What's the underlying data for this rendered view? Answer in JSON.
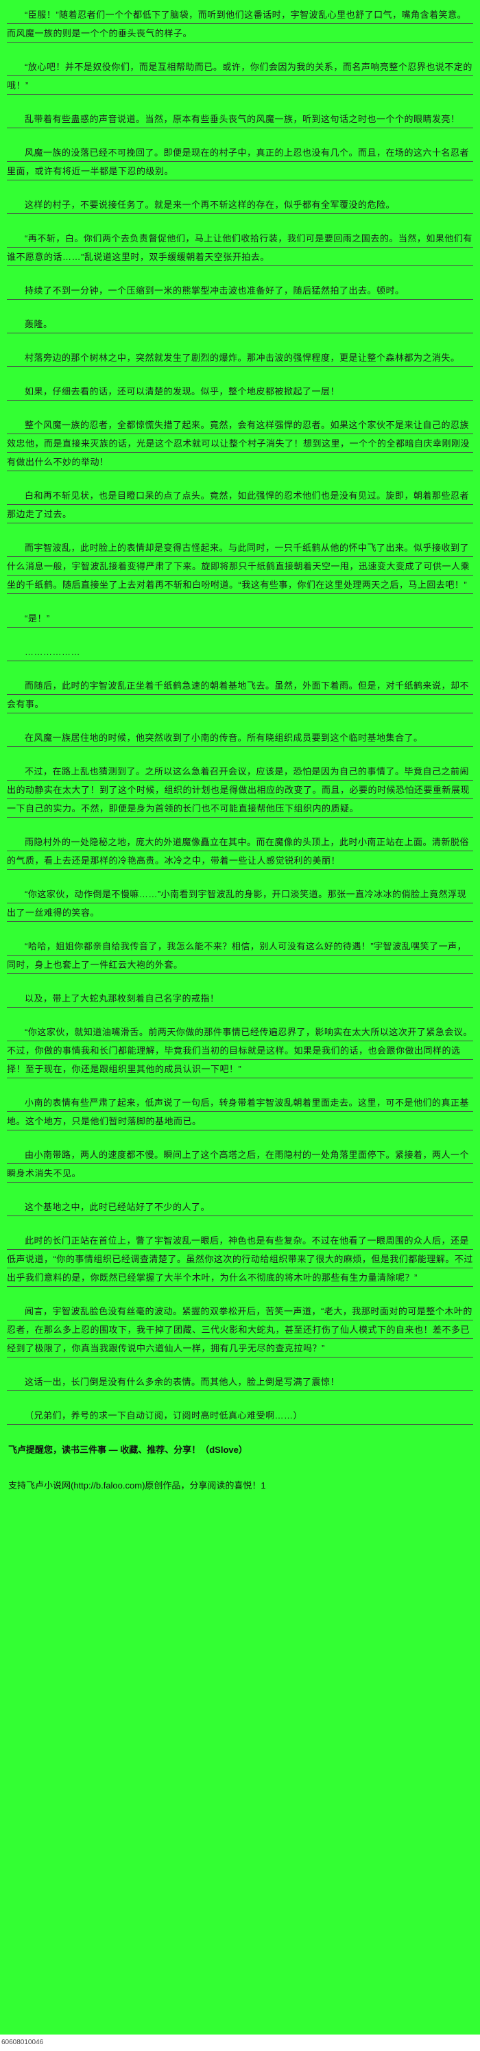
{
  "page": {
    "bg_color": "#33ff33",
    "rule_color": "#4a4a4a",
    "text_color": "#1c1c1c"
  },
  "content": {
    "paragraphs": [
      "“臣服！”随着忍者们一个个都低下了脑袋，而听到他们这番话时，宇智波乱心里也舒了口气，嘴角含着笑意。而风魔一族的则是一个个的垂头丧气的样子。",
      "“放心吧！并不是奴役你们，而是互相帮助而已。或许，你们会因为我的关系，而名声响亮整个忍界也说不定的哦！”",
      "乱带着有些蛊惑的声音说道。当然，原本有些垂头丧气的风魔一族，听到这句话之时也一个个的眼睛发亮！",
      "风魔一族的没落已经不可挽回了。即便是现在的村子中，真正的上忍也没有几个。而且，在场的这六十名忍者里面，或许有将近一半都是下忍的级别。",
      "这样的村子，不要说接任务了。就是来一个再不斩这样的存在，似乎都有全军覆没的危险。",
      "“再不斩，白。你们两个去负责督促他们，马上让他们收拾行装，我们可是要回雨之国去的。当然，如果他们有谁不愿意的话……”乱说道这里时，双手缓缓朝着天空张开拍去。",
      "持续了不到一分钟，一个压缩到一米的熊掌型冲击波也准备好了，随后猛然拍了出去。顿时。",
      "轰隆。",
      "村落旁边的那个树林之中，突然就发生了剧烈的爆炸。那冲击波的强悍程度，更是让整个森林都为之消失。",
      "如果，仔细去看的话，还可以清楚的发现。似乎，整个地皮都被掀起了一层！",
      "整个风魔一族的忍者，全都惊慌失措了起来。竟然，会有这样强悍的忍者。如果这个家伙不是来让自己的忍族效忠他，而是直接来灭族的话，光是这个忍术就可以让整个村子消失了！想到这里，一个个的全都暗自庆幸刚刚没有做出什么不妙的举动！",
      "白和再不斩见状，也是目瞪口呆的点了点头。竟然，如此强悍的忍术他们也是没有见过。旋即，朝着那些忍者那边走了过去。",
      "而宇智波乱，此时脸上的表情却是变得古怪起来。与此同时，一只千纸鹤从他的怀中飞了出来。似乎接收到了什么消息一般，宇智波乱接着变得严肃了下来。旋即将那只千纸鹤直接朝着天空一甩，迅速变大变成了可供一人乘坐的千纸鹤。随后直接坐了上去对着再不斩和白吩咐道。“我这有些事，你们在这里处理两天之后，马上回去吧！”",
      "“是！”",
      "………………",
      "而随后，此时的宇智波乱正坐着千纸鹤急速的朝着基地飞去。虽然，外面下着雨。但是，对千纸鹤来说，却不会有事。",
      "在风魔一族居住地的时候，他突然收到了小南的传音。所有晓组织成员要到这个临时基地集合了。",
      "不过，在路上乱也猜测到了。之所以这么急着召开会议，应该是，恐怕是因为自己的事情了。毕竟自己之前闹出的动静实在太大了！到了这个时候，组织的计划也是得做出相应的改变了。而且，必要的时候恐怕还要重新展现一下自己的实力。不然，即便是身为首领的长门也不可能直接帮他压下组织内的质疑。",
      "雨隐村外的一处隐秘之地，庞大的外道魔像矗立在其中。而在魔像的头顶上，此时小南正站在上面。清新脱俗的气质，看上去还是那样的冷艳高贵。冰冷之中，带着一些让人感觉锐利的美丽！",
      "“你这家伙，动作倒是不慢嘛……”小南看到宇智波乱的身影，开口淡笑道。那张一直冷冰冰的俏脸上竟然浮现出了一丝难得的笑容。",
      "“哈哈，姐姐你都亲自给我传音了，我怎么能不来？相信，别人可没有这么好的待遇！”宇智波乱嘿笑了一声，同时，身上也套上了一件红云大袍的外套。",
      "以及，带上了大蛇丸那枚刻着自己名字的戒指！",
      "“你这家伙，就知道油嘴滑舌。前两天你做的那件事情已经传遍忍界了，影响实在太大所以这次开了紧急会议。不过，你做的事情我和长门都能理解，毕竟我们当初的目标就是这样。如果是我们的话，也会跟你做出同样的选择！至于现在，你还是跟组织里其他的成员认识一下吧！”",
      "小南的表情有些严肃了起来，低声说了一句后，转身带着宇智波乱朝着里面走去。这里，可不是他们的真正基地。这个地方，只是他们暂时落脚的基地而已。",
      "由小南带路，两人的速度都不慢。瞬间上了这个高塔之后，在雨隐村的一处角落里面停下。紧接着，两人一个瞬身术消失不见。",
      "这个基地之中，此时已经站好了不少的人了。",
      "此时的长门正站在首位上，瞥了宇智波乱一眼后，神色也是有些复杂。不过在他看了一眼周围的众人后，还是低声说道，“你的事情组织已经调查清楚了。虽然你这次的行动给组织带来了很大的麻烦，但是我们都能理解。不过出乎我们意料的是，你既然已经掌握了大半个木叶，为什么不彻底的将木叶的那些有生力量清除呢？”",
      "闻言，宇智波乱脸色没有丝毫的波动。紧握的双拳松开后，苦笑一声道，“老大，我那时面对的可是整个木叶的忍者，在那么多上忍的围攻下，我干掉了团藏、三代火影和大蛇丸，甚至还打伤了仙人模式下的自来也！差不多已经到了极限了，你真当我跟传说中六道仙人一样，拥有几乎无尽的查克拉吗？”",
      "这话一出，长门倒是没有什么多余的表情。而其他人，脸上倒是写满了震惊！",
      "（兄弟们，养号的求一下自动订阅，订阅时高时低真心难受啊……）"
    ]
  },
  "footer": {
    "reminder": "飞卢提醒您，读书三件事 — 收藏、推荐、分享！（dSlove）",
    "support_prefix": "支持飞卢小说网(",
    "support_link": "http://b.faloo.com",
    "support_suffix": ")原创作品，分享阅读的喜悦！1",
    "code": "60608010046"
  }
}
